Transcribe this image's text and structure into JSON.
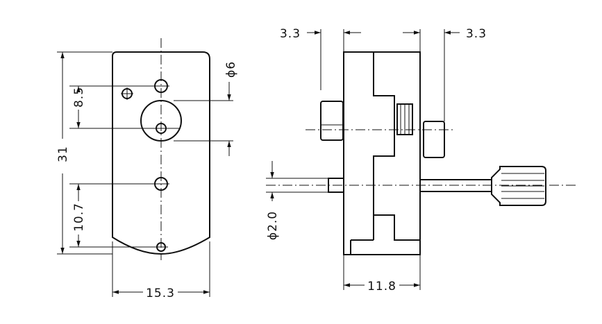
{
  "drawing": {
    "ink_color": "#111111",
    "paper_color": "#ffffff",
    "front_view": {
      "dim_height": "31",
      "dim_hole_spacing": "8.5",
      "dim_bottom_spacing": "10.7",
      "dim_width": "15.3",
      "dim_boss_diameter": "ϕ6"
    },
    "side_view": {
      "dim_left_offset": "3.3",
      "dim_right_offset": "3.3",
      "dim_depth": "11.8",
      "dim_shaft_diameter": "ϕ2.0"
    }
  }
}
